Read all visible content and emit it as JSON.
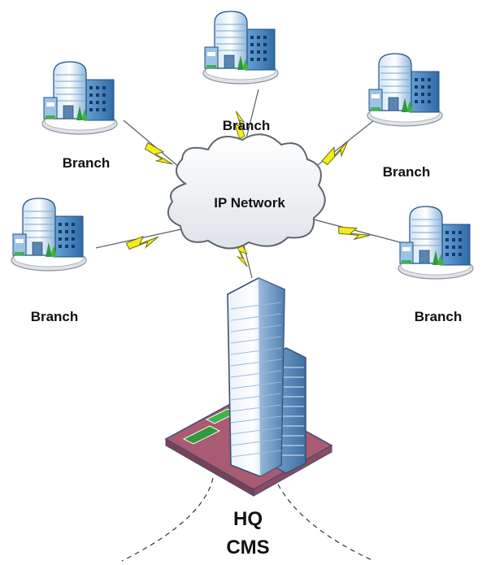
{
  "cloud": {
    "label": "IP Network"
  },
  "branches": [
    {
      "label": "Branch"
    },
    {
      "label": "Branch"
    },
    {
      "label": "Branch"
    },
    {
      "label": "Branch"
    },
    {
      "label": "Branch"
    }
  ],
  "hq": {
    "line1": "HQ",
    "line2": "CMS"
  },
  "colors": {
    "bolt": "#f2ee1a",
    "bolt_stroke": "#6e6a10",
    "cloud_edge": "#5e6670",
    "building_blue": "#3f7fbf",
    "tower_dark": "#3c4f73",
    "base_plate": "#a85b72"
  }
}
